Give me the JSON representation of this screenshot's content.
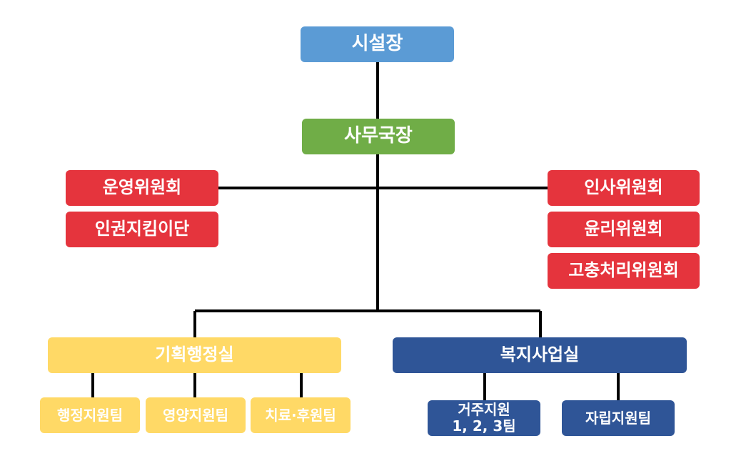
{
  "chart": {
    "top": "시설장",
    "secretary": "사무국장",
    "left_committees": [
      "운영위원회",
      "인권지킴이단"
    ],
    "right_committees": [
      "인사위원회",
      "윤리위원회",
      "고충처리위원회"
    ],
    "left_office": {
      "title": "기획행정실",
      "teams": [
        "행정지원팀",
        "영양지원팀",
        "치료·후원팀"
      ]
    },
    "right_office": {
      "title": "복지사업실",
      "teams": [
        "거주지원\n1, 2, 3팀",
        "자립지원팀"
      ]
    }
  },
  "colors": {
    "top": "#5b9bd5",
    "secretary": "#70ad47",
    "committee": "#e5343d",
    "left_office": "#ffd966",
    "right_office": "#2f5597",
    "lines": "#000000"
  }
}
